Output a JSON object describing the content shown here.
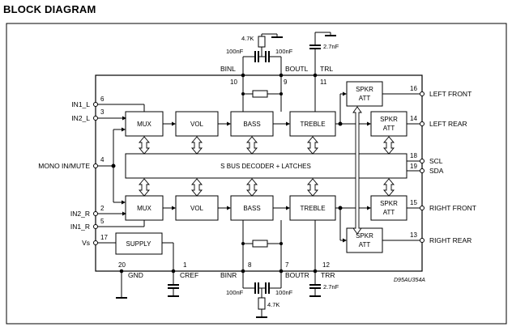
{
  "title": "BLOCK DIAGRAM",
  "blocks": {
    "mux": "MUX",
    "vol": "VOL",
    "bass": "BASS",
    "treble": "TREBLE",
    "spkr_att_1": "SPKR",
    "spkr_att_2": "ATT",
    "decoder": "S BUS DECODER + LATCHES",
    "supply": "SUPPLY"
  },
  "inputs": {
    "in1_l": "IN1_L",
    "in2_l": "IN2_L",
    "mono": "MONO IN/MUTE",
    "in2_r": "IN2_R",
    "in1_r": "IN1_R",
    "vs": "Vs",
    "gnd": "GND"
  },
  "outputs": {
    "left_front": "LEFT FRONT",
    "left_rear": "LEFT REAR",
    "scl": "SCL",
    "sda": "SDA",
    "right_front": "RIGHT FRONT",
    "right_rear": "RIGHT REAR"
  },
  "pins": {
    "p6": "6",
    "p3": "3",
    "p4": "4",
    "p2": "2",
    "p5": "5",
    "p17": "17",
    "p20": "20",
    "p16": "16",
    "p14": "14",
    "p18": "18",
    "p19": "19",
    "p15": "15",
    "p13": "13",
    "p10": "10",
    "p9": "9",
    "p11": "11",
    "p1": "1",
    "p8": "8",
    "p7": "7",
    "p12": "12"
  },
  "top_labels": {
    "binl": "BINL",
    "boutl": "BOUTL",
    "trl": "TRL",
    "res": "4.7K",
    "cap_l": "100nF",
    "cap_r": "100nF",
    "cap_tr": "2.7nF"
  },
  "bottom_labels": {
    "cref": "CREF",
    "binr": "BINR",
    "boutr": "BOUTR",
    "trr": "TRR",
    "res": "4.7K",
    "cap_l": "100nF",
    "cap_r": "100nF",
    "cap_tr": "2.7nF"
  },
  "drawing_ref": "D95AU354A"
}
